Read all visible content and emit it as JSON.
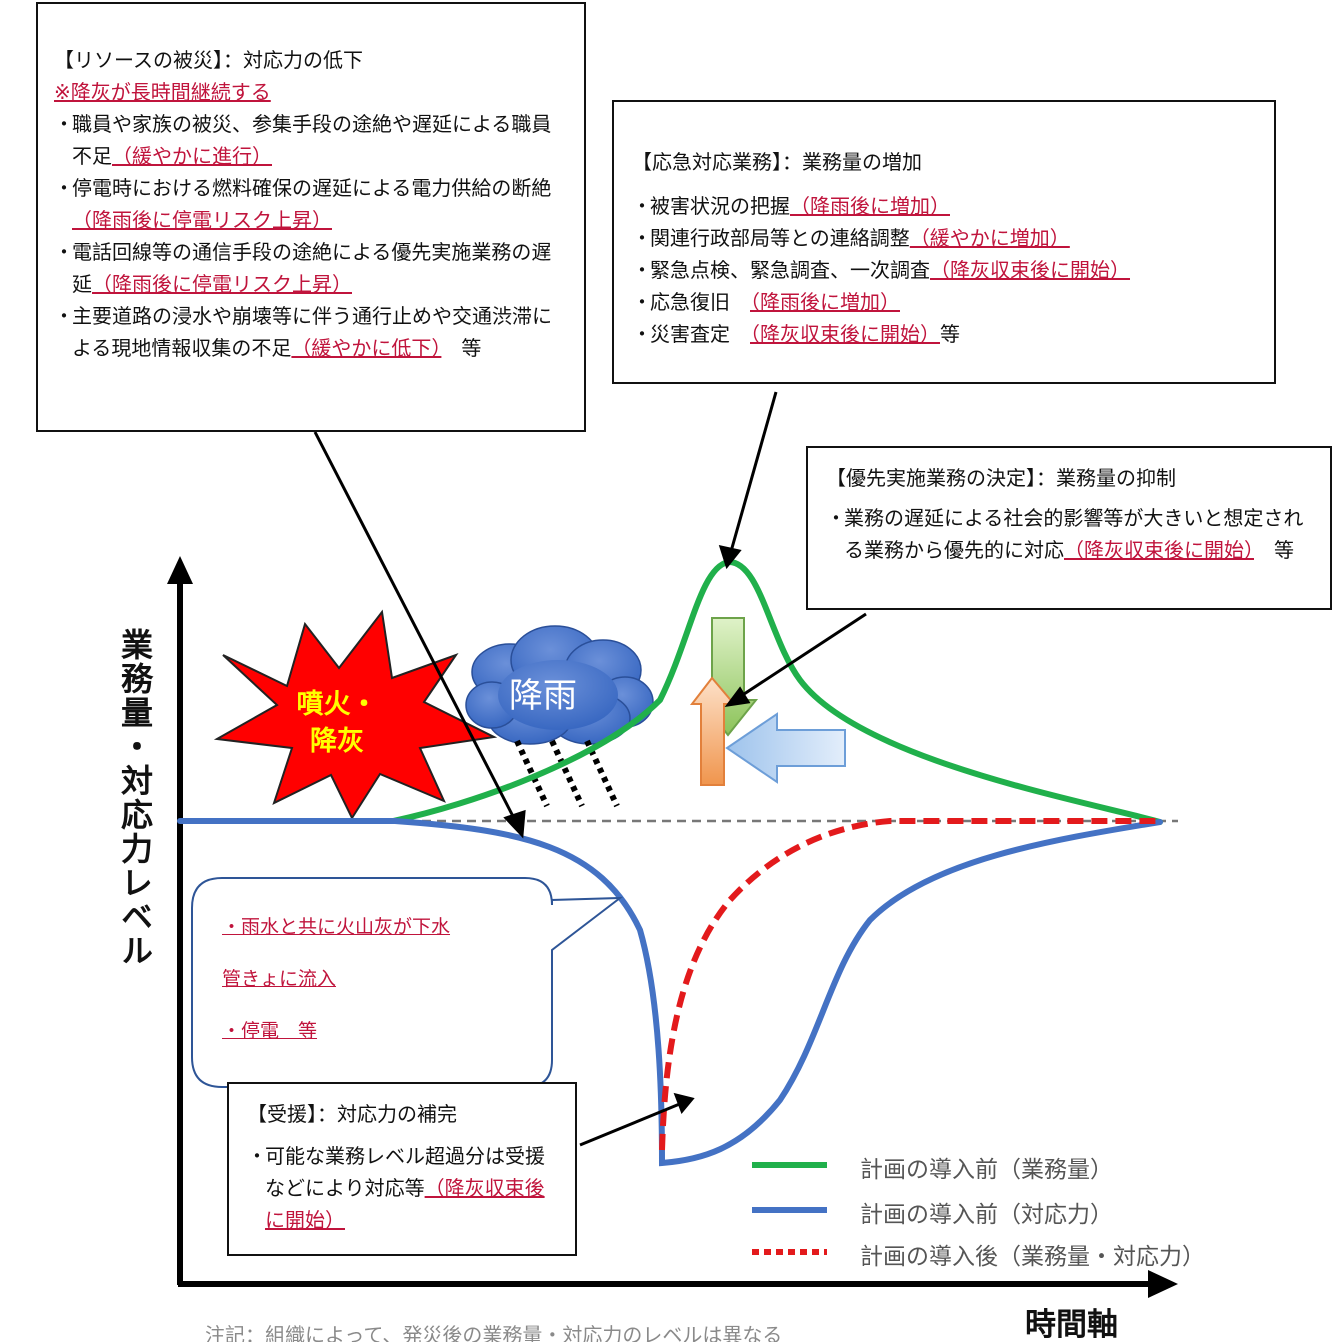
{
  "axes": {
    "y_label": "業務量・対応力レベル",
    "x_label": "時間軸"
  },
  "eruption_label": [
    "噴火・",
    "降灰"
  ],
  "rain_label": "降雨",
  "box_resources": {
    "title": "【リソースの被災】：対応力の低下",
    "note": "※降灰が長時間継続する",
    "items": [
      {
        "text": "職員や家族の被災、参集手段の途絶や遅延による職員不足",
        "red": "（緩やかに進行）",
        "tail": ""
      },
      {
        "text": "停電時における燃料確保の遅延による電力供給の断絶",
        "red": "（降雨後に停電リスク上昇）",
        "tail": ""
      },
      {
        "text": "電話回線等の通信手段の途絶による優先実施業務の遅延",
        "red": "（降雨後に停電リスク上昇）",
        "tail": ""
      },
      {
        "text": "主要道路の浸水や崩壊等に伴う通行止めや交通渋滞による現地情報収集の不足",
        "red": "（緩やかに低下）",
        "tail": "　等"
      }
    ]
  },
  "box_emergency": {
    "title": "【応急対応業務】：業務量の増加",
    "items": [
      {
        "text": "被害状況の把握",
        "red": "（降雨後に増加）",
        "tail": ""
      },
      {
        "text": "関連行政部局等との連絡調整",
        "red": "（緩やかに増加）",
        "tail": ""
      },
      {
        "text": "緊急点検、緊急調査、一次調査",
        "red": "（降灰収束後に開始）",
        "tail": ""
      },
      {
        "text": "応急復旧　",
        "red": "（降雨後に増加）",
        "tail": ""
      },
      {
        "text": "災害査定　",
        "red": "（降灰収束後に開始）",
        "tail": "等"
      }
    ]
  },
  "box_priority": {
    "title": "【優先実施業務の決定】：業務量の抑制",
    "items": [
      {
        "text": "業務の遅延による社会的影響等が大きいと想定される業務から優先的に対応",
        "red": "（降灰収束後に開始）",
        "tail": "　等"
      }
    ]
  },
  "box_support": {
    "title": "【受援】：対応力の補完",
    "items": [
      {
        "text": "可能な業務レベル超過分は受援などにより対応等",
        "red": "（降灰収束後に開始）",
        "tail": ""
      }
    ]
  },
  "callout": {
    "lines": [
      "・雨水と共に火山灰が下水",
      "管きょに流入",
      "・停電　等"
    ]
  },
  "legend": [
    {
      "label": "計画の導入前（業務量）",
      "color": "#20b04b",
      "style": "solid"
    },
    {
      "label": "計画の導入前（対応力）",
      "color": "#4472c4",
      "style": "solid"
    },
    {
      "label": "計画の導入後（業務量・対応力）",
      "color": "#e31a1c",
      "style": "dotted"
    }
  ],
  "footnote": "注記：組織によって、発災後の業務量・対応力のレベルは異なる",
  "colors": {
    "workload": "#20b04b",
    "capacity": "#4472c4",
    "after_plan": "#e31a1c",
    "accent_red": "#c0143c"
  }
}
